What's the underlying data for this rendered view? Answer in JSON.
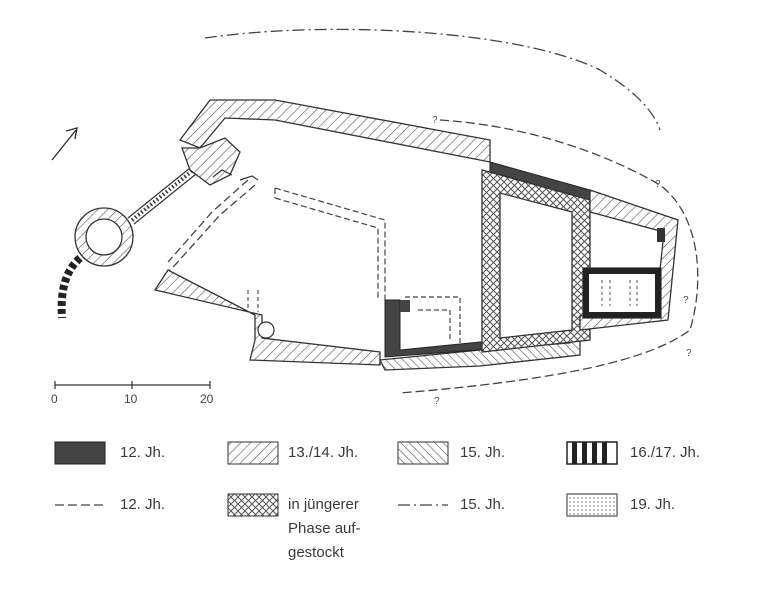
{
  "plan": {
    "scale_ticks": [
      "0",
      "10",
      "20"
    ],
    "question_mark": "?"
  },
  "legend": {
    "items": [
      {
        "key": "phase-12-solid",
        "label": "12. Jh."
      },
      {
        "key": "phase-13-14-hatch",
        "label": "13./14. Jh."
      },
      {
        "key": "phase-15-hatch",
        "label": "15. Jh."
      },
      {
        "key": "phase-16-17-bars",
        "label": "16./17. Jh."
      },
      {
        "key": "phase-12-dashed",
        "label": "12. Jh."
      },
      {
        "key": "phase-later-cross",
        "label_lines": [
          "in jüngerer",
          "Phase auf-",
          "gestockt"
        ]
      },
      {
        "key": "phase-15-dashdot",
        "label": "15. Jh."
      },
      {
        "key": "phase-19-dots",
        "label": "19. Jh."
      }
    ]
  }
}
